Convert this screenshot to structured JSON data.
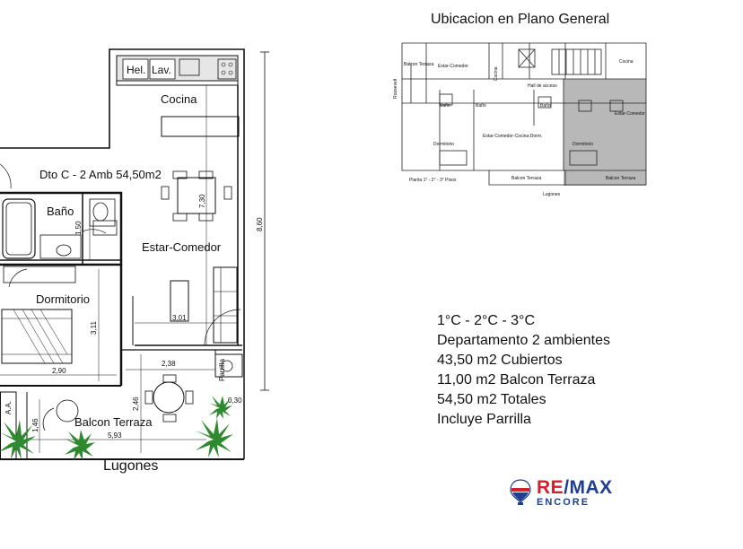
{
  "plan": {
    "unit_title": "Dto C - 2 Amb 54,50m2",
    "rooms": {
      "kitchen": "Cocina",
      "bath": "Baño",
      "living": "Estar-Comedor",
      "bedroom": "Dormitorio",
      "terrace": "Balcon Terraza",
      "hel": "Hel.",
      "lav": "Lav.",
      "parrilla": "Parrilla",
      "aa": "A.A."
    },
    "dimensions": {
      "d860": "8,60",
      "d730": "7,30",
      "d150": "1,50",
      "d301": "3,01",
      "d311": "3,11",
      "d290": "2,90",
      "d238": "2,38",
      "d246": "2,46",
      "d146": "1,46",
      "d593": "5,93",
      "d030": "0,30"
    },
    "street": "Lugones"
  },
  "location_plan": {
    "title": "Ubicacion en Plano General",
    "labels": {
      "roosevelt": "Roosevelt",
      "balcon_terraza_a": "Balcon Terraza",
      "estar_comedor_a": "Estar-Comedor",
      "cocina_a": "Cocina",
      "hall": "Hall de acceso",
      "cocina_b": "Cocina",
      "estar_comedor_b": "Estar-Comedor",
      "bano_a": "Baño",
      "bano_b": "Baño",
      "bano_c": "Baño",
      "dormitorio_a": "Dormitorio",
      "estar_cocina_dorm": "Estar-Comedor-Cocina-Dorm.",
      "dormitorio_b": "Dormitorio",
      "planta": "Planta 1° - 2° - 3° Pisos",
      "balcon_terraza_b": "Balcon Terraza",
      "balcon_terraza_c": "Balcon Terraza",
      "street": "Lugones"
    }
  },
  "specs": {
    "floors": "1°C - 2°C - 3°C",
    "type": "Departamento 2 ambientes",
    "covered": "43,50 m2 Cubiertos",
    "terrace": "11,00 m2 Balcon Terraza",
    "total": "54,50 m2 Totales",
    "extra": "Incluye Parrilla"
  },
  "brand": {
    "name": "RE/MAX",
    "sub": "ENCORE",
    "colors": {
      "blue": "#1f3e8f",
      "red": "#d3202f"
    }
  },
  "colors": {
    "shade": "#b8b8b8",
    "plant": "#2f8a2f",
    "wall": "#111111"
  }
}
